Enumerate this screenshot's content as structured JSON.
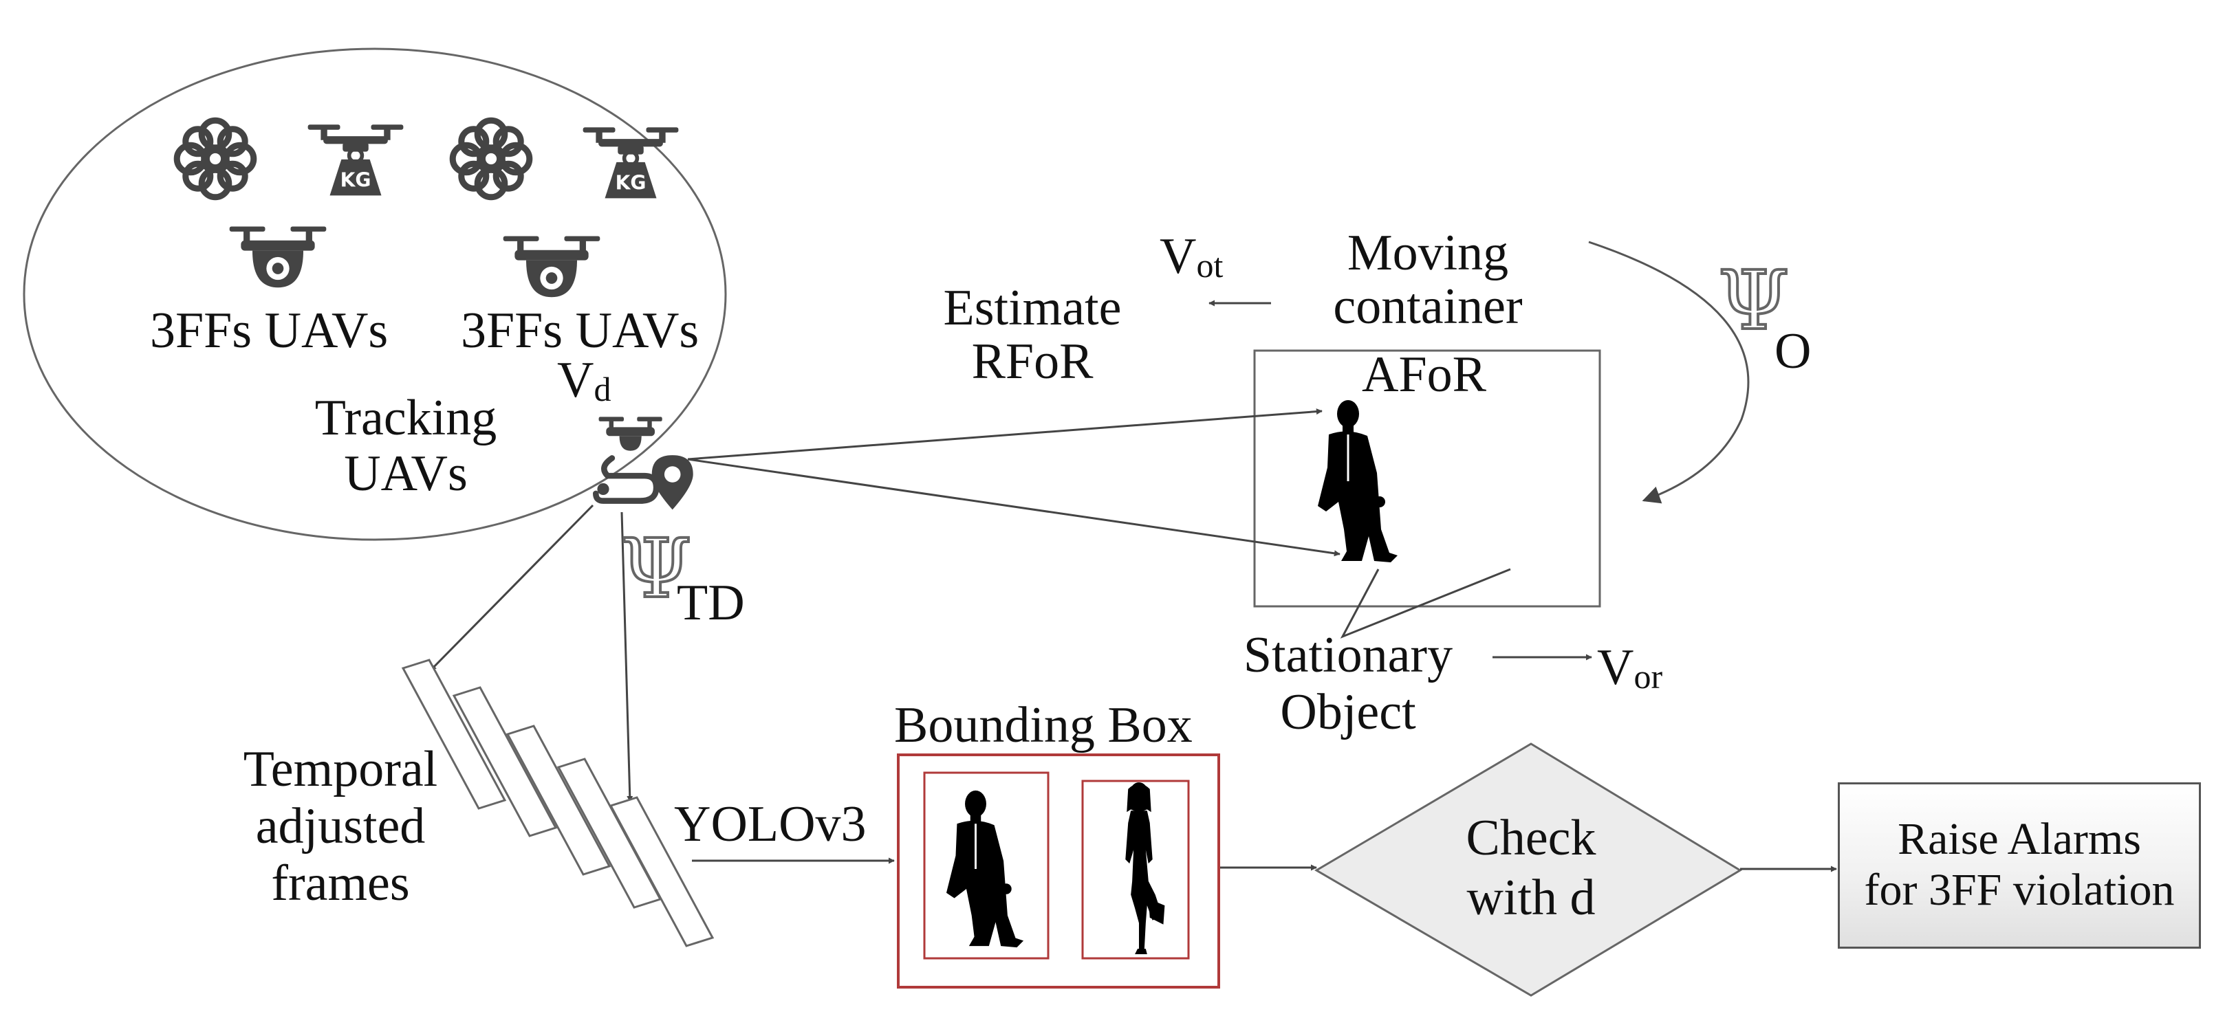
{
  "labels": {
    "group1": "3FFs UAVs",
    "group2": "3FFs UAVs",
    "vd_main": "V",
    "vd_sub": "d",
    "tracking_line1": "Tracking",
    "tracking_line2": "UAVs",
    "estimate_line1": "Estimate",
    "estimate_line2": "RFoR",
    "vot_main": "V",
    "vot_sub": "ot",
    "moving_line1": "Moving",
    "moving_line2": "container",
    "afor": "AFoR",
    "psi_o_symbol": "Ψ",
    "psi_o_sub": "O",
    "psi_td_symbol": "Ψ",
    "psi_td_sub": "TD",
    "stationary_line1": "Stationary",
    "stationary_line2": "Object",
    "vor_main": "V",
    "vor_sub": "or",
    "temporal_line1": "Temporal",
    "temporal_line2": "adjusted",
    "temporal_line3": "frames",
    "yolo": "YOLOv3",
    "bbox_title": "Bounding Box",
    "check_line1": "Check",
    "check_line2": "with d",
    "alarm_line1": "Raise Alarms",
    "alarm_line2": "for 3FF violation"
  },
  "icons": [
    "flower-drone-icon",
    "kg-drone-icon",
    "flower-drone-icon",
    "kg-drone-icon",
    "camera-drone-icon",
    "camera-drone-icon",
    "tracking-drone-icon",
    "walking-man-silhouette-icon",
    "man-silhouette-icon",
    "woman-silhouette-icon"
  ],
  "colors": {
    "line": "#444444",
    "bbox_border": "#b03a3a",
    "diamond_fill": "#ececec",
    "icon": "#444444"
  }
}
